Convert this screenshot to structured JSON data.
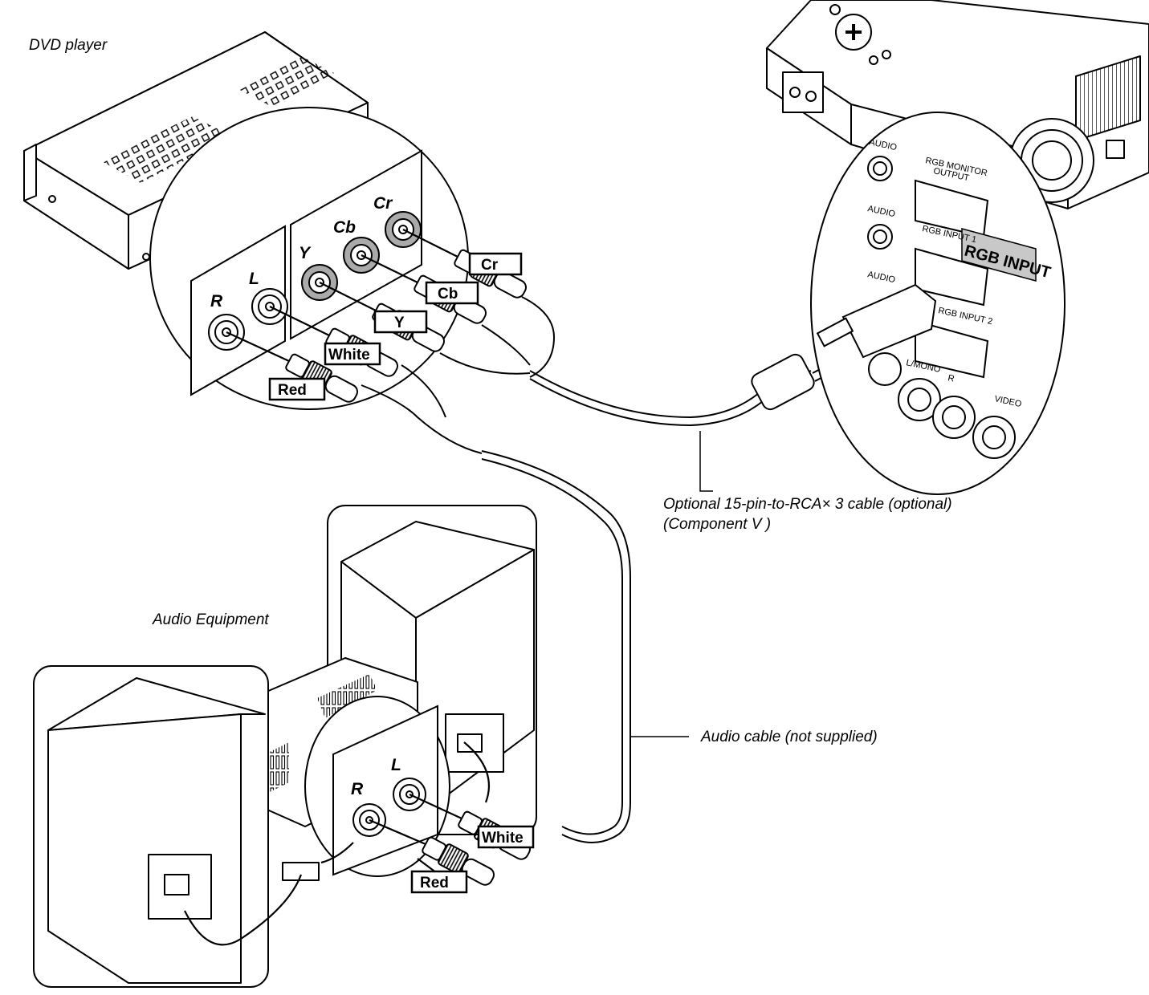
{
  "captions": {
    "dvd_player": "DVD player",
    "audio_equipment": "Audio Equipment",
    "component_cable_line1": "Optional 15-pin-to-RCA× 3 cable (optional)",
    "component_cable_line2": "(Component V )",
    "audio_cable": "Audio cable (not supplied)"
  },
  "dvd_jacks": {
    "r": "R",
    "l": "L",
    "y": "Y",
    "cb": "Cb",
    "cr": "Cr"
  },
  "dvd_plug_tags": {
    "cr": "Cr",
    "cb": "Cb",
    "y": "Y",
    "white": "White",
    "red": "Red"
  },
  "projector_panel": {
    "audio_1": "AUDIO",
    "rgb_monitor_output": "RGB MONITOR",
    "rgb_monitor_output_2": "OUTPUT",
    "audio_2": "AUDIO",
    "rgb_input_1": "RGB INPUT 1",
    "audio_3": "AUDIO",
    "rgb_input_2": "RGB INPUT 2",
    "l_mono": "L/MONO",
    "r": "R",
    "video": "VIDEO",
    "highlight": "RGB INPUT"
  },
  "audio_jacks": {
    "r": "R",
    "l": "L"
  },
  "audio_plug_tags": {
    "white": "White",
    "red": "Red"
  }
}
